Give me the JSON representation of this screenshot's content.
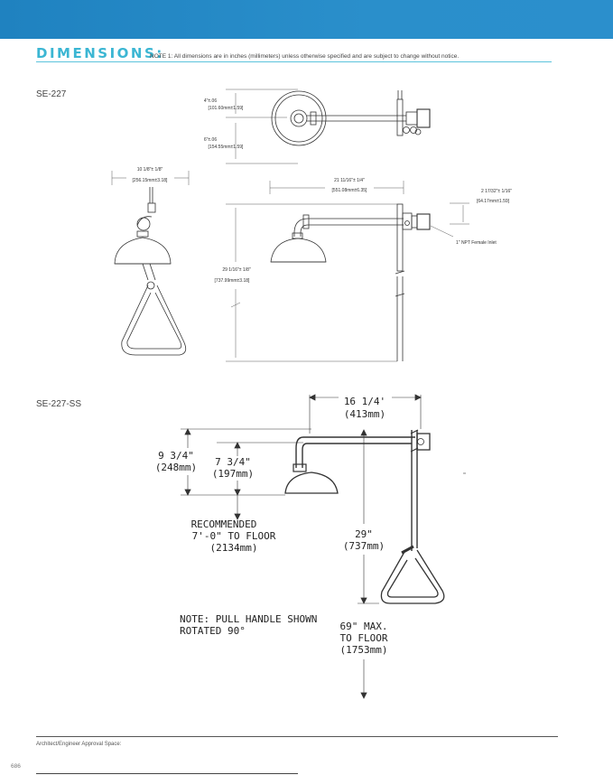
{
  "header": {
    "title": "DIMENSIONS:",
    "note": "NOTE 1: All dimensions are in inches (millimeters) unless otherwise specified and are subject to change without notice."
  },
  "models": [
    {
      "label": "SE-227",
      "dimensions": {
        "top_upper": "4\"±.06",
        "top_upper_mm": "[101.60mm±1.59]",
        "top_lower": "6\"±.06",
        "top_lower_mm": "[154.55mm±1.59]",
        "side_width": "10 1/8\"± 1/8\"",
        "side_width_mm": "[256.15mm±3.18]",
        "arm_length": "21 11/16\"± 1/4\"",
        "arm_length_mm": "[551.08mm±6.35]",
        "offset": "2 17/32\"± 1/16\"",
        "offset_mm": "[64.17mm±1.59]",
        "height": "29 1/16\"± 1/8\"",
        "height_mm": "[737.99mm±3.18]",
        "inlet_note": "1\" NPT Female Inlet"
      }
    },
    {
      "label": "SE-227-SS",
      "dimensions": {
        "arm": "16 1/4'",
        "arm_mm": "(413mm)",
        "drop_outer": "9 3/4\"",
        "drop_outer_mm": "(248mm)",
        "drop_inner": "7 3/4\"",
        "drop_inner_mm": "(197mm)",
        "recommended_1": "RECOMMENDED",
        "recommended_2": "7'-0\" TO FLOOR",
        "recommended_3": "(2134mm)",
        "height": "29\"",
        "height_mm": "(737mm)",
        "note_1": "NOTE: PULL HANDLE SHOWN",
        "note_2": "ROTATED 90°",
        "max_1": "69\" MAX.",
        "max_2": "TO FLOOR",
        "max_3": "(1753mm)"
      }
    }
  ],
  "footer": {
    "approval_label": "Architect/Engineer Approval Space:",
    "page_number": "686"
  },
  "colors": {
    "header_bar": "#2a8fcb",
    "title": "#3bb6d3",
    "rule": "#5cc3dc"
  }
}
